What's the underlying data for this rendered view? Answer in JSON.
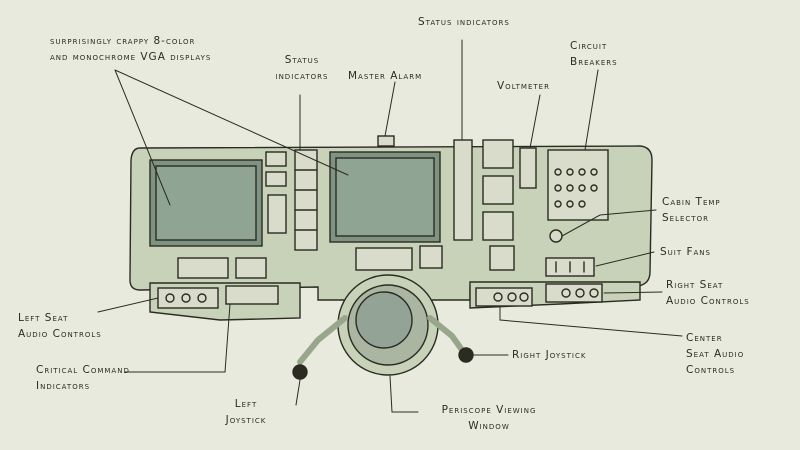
{
  "labels": {
    "displays": [
      "surprisingly crappy 8-color",
      "and monochrome VGA displays"
    ],
    "status_left": [
      "Status",
      "indicators"
    ],
    "master_alarm": "Master Alarm",
    "status_top": "Status indicators",
    "voltmeter": "Voltmeter",
    "breakers": [
      "Circuit",
      "Breakers"
    ],
    "cabin_temp": [
      "Cabin Temp",
      "Selector"
    ],
    "suit_fans": "Suit Fans",
    "right_audio": [
      "Right Seat",
      "Audio Controls"
    ],
    "left_audio": [
      "Left Seat",
      "Audio Controls"
    ],
    "critical": [
      "Critical Command",
      "Indicators"
    ],
    "right_joystick": "Right Joystick",
    "center_audio": [
      "Center",
      "Seat Audio",
      "Controls"
    ],
    "left_joystick": [
      "Left",
      "Joystick"
    ],
    "periscope": [
      "Periscope Viewing",
      "Window"
    ]
  },
  "colors": {
    "background": "#e8eadd",
    "panel": "#c7d2b8",
    "screen": "#7f9382",
    "ink": "#2b2b22"
  }
}
